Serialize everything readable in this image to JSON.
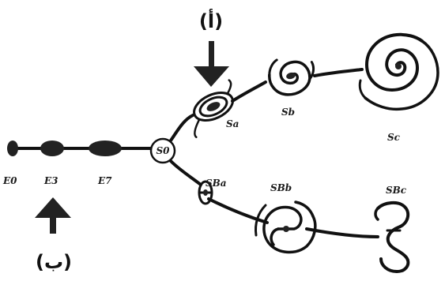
{
  "elliptical": [
    "E0",
    "E3",
    "E7"
  ],
  "junction": "S0",
  "spiral": [
    "Sa",
    "Sb",
    "Sc"
  ],
  "barred": [
    "SBa",
    "SBb",
    "SBc"
  ],
  "markers": {
    "top": "(أ)",
    "bottom": "(ب)"
  }
}
